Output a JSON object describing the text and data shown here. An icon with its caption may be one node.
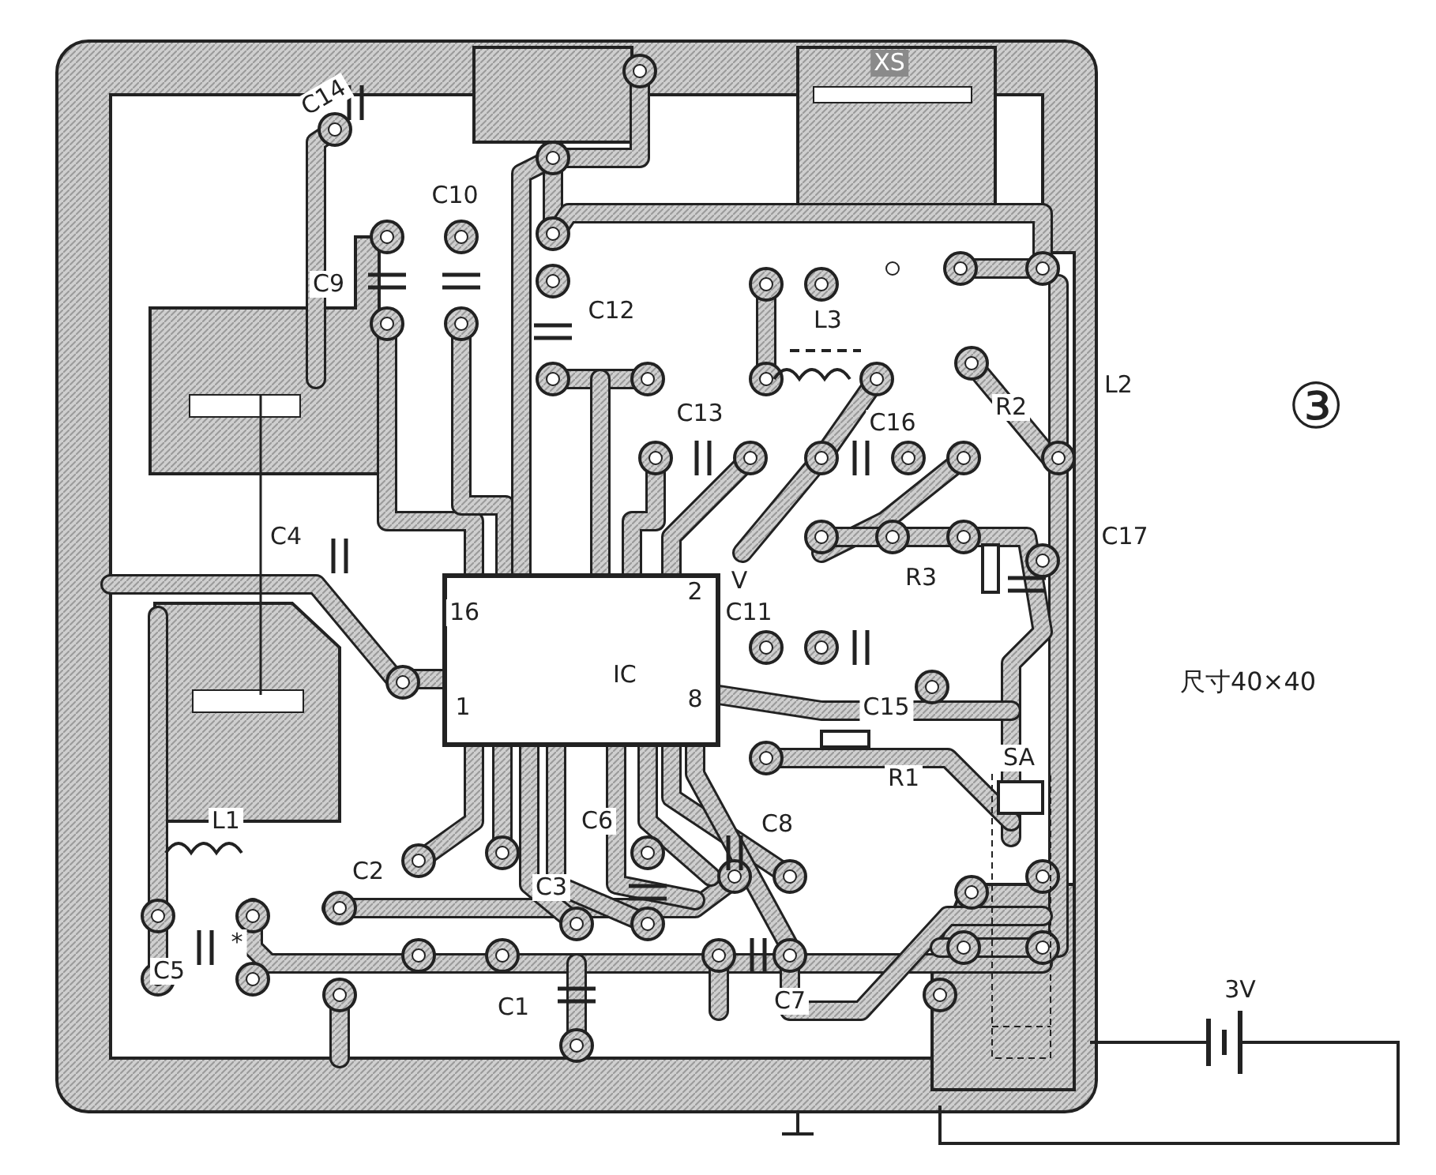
{
  "diagram": {
    "nodes": [
      {
        "text": [
          "IC"
        ]
      }
    ],
    "labels": [
      "XS",
      "C14",
      "C10",
      "C9",
      "C12",
      "L3",
      "C13",
      "C16",
      "R2",
      "L2",
      "③",
      "C4",
      "C17",
      "R3",
      "2",
      "V",
      "16",
      "C11",
      "1",
      "8",
      "C15",
      "尺寸40×40",
      "SA",
      "R1",
      "L1",
      "C6",
      "C8",
      "C2",
      "C3",
      "*",
      "C5",
      "C7",
      "3V",
      "C1"
    ]
  }
}
